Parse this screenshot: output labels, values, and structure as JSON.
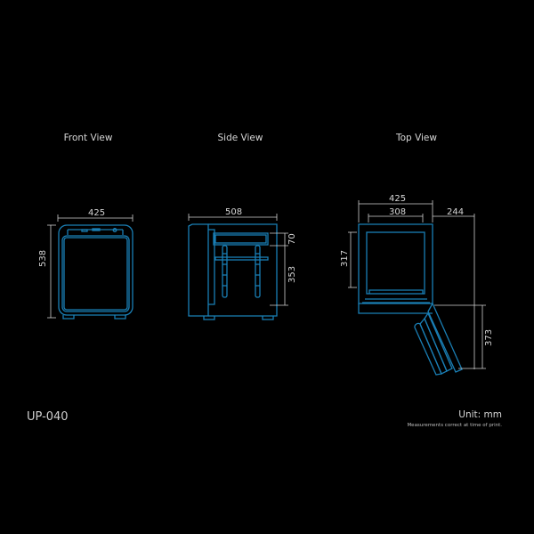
{
  "views": {
    "front": {
      "title": "Front View",
      "width": "425",
      "height": "538"
    },
    "side": {
      "title": "Side View",
      "depth": "508",
      "top_gap": "70",
      "inner_height": "353"
    },
    "top": {
      "title": "Top View",
      "width": "425",
      "inner_width": "308",
      "door_swing": "244",
      "inner_depth": "317",
      "door_depth": "373"
    }
  },
  "footer": {
    "model": "UP-040",
    "unit": "Unit: mm",
    "note": "Measurements correct at time of print."
  },
  "colors": {
    "background": "#000000",
    "outline": "#1a7fb5",
    "dimension": "#d0d0d0"
  }
}
